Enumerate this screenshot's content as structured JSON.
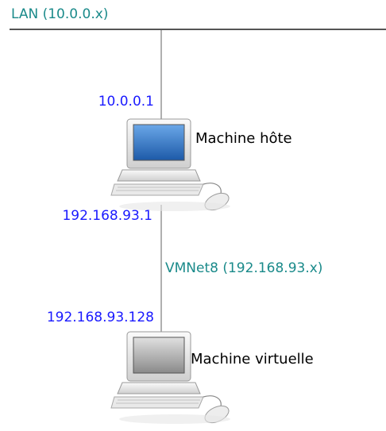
{
  "colors": {
    "network_label": "#1a8a8a",
    "ip_label": "#1a1aff",
    "host_screen": "#2f74c9",
    "vm_screen": "#b8b8b8"
  },
  "lan": {
    "label": "LAN (10.0.0.x)"
  },
  "host": {
    "ip_lan": "10.0.0.1",
    "label": "Machine hôte",
    "ip_vmnet": "192.168.93.1",
    "icon": "desktop-computer-icon"
  },
  "vmnet": {
    "label": "VMNet8 (192.168.93.x)"
  },
  "vm": {
    "ip": "192.168.93.128",
    "label": "Machine virtuelle",
    "icon": "desktop-computer-icon"
  }
}
